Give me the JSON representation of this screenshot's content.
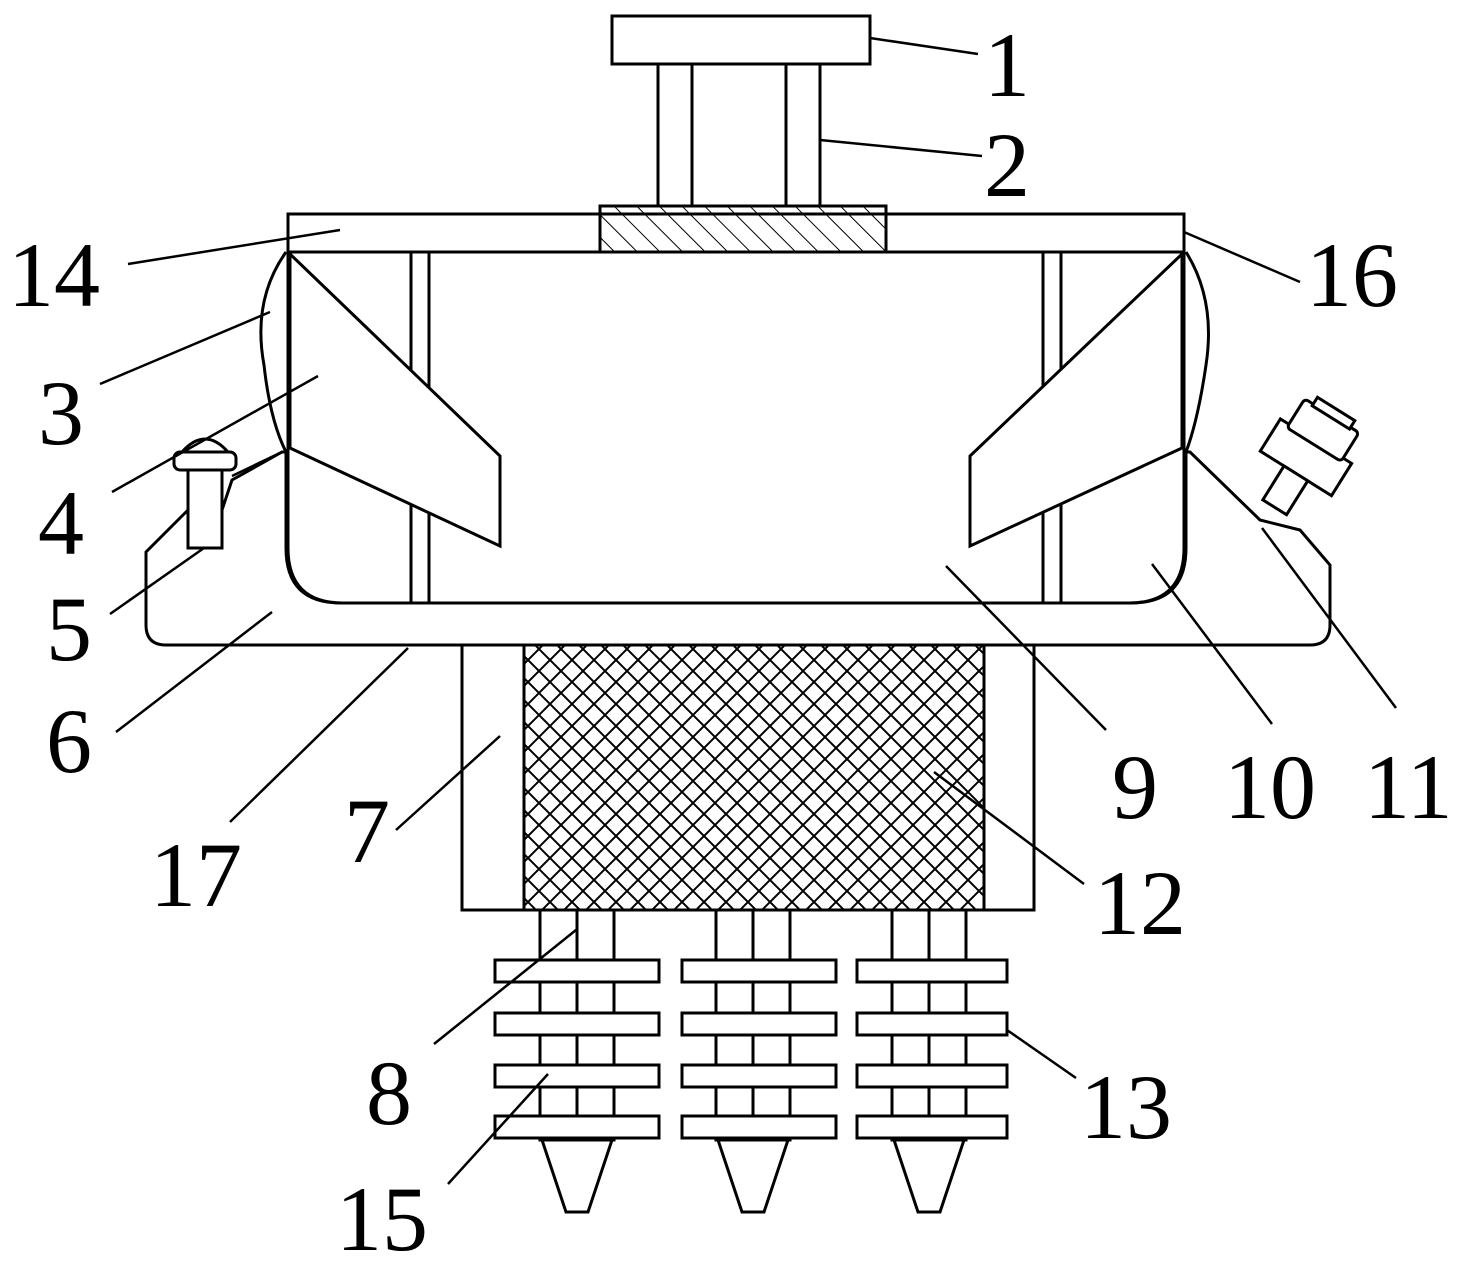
{
  "labels": {
    "l1": "1",
    "l2": "2",
    "l3": "3",
    "l4": "4",
    "l5": "5",
    "l6": "6",
    "l7": "7",
    "l8": "8",
    "l9": "9",
    "l10": "10",
    "l11": "11",
    "l12": "12",
    "l13": "13",
    "l14": "14",
    "l15": "15",
    "l16": "16",
    "l17": "17"
  }
}
